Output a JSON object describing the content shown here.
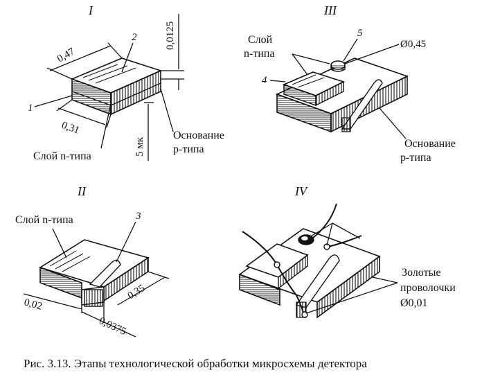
{
  "stage_labels": {
    "i": "I",
    "ii": "II",
    "iii": "III",
    "iv": "IV"
  },
  "panel_i": {
    "callout_1": "1",
    "callout_2": "2",
    "dim_width": "0,47",
    "dim_depth": "0,31",
    "dim_top": "0,0125",
    "dim_bottom": "5 мк",
    "n_layer": "Слой n-типа",
    "base_line1": "Основание",
    "base_line2": "p-типа"
  },
  "panel_ii": {
    "n_layer": "Слой n-типа",
    "callout_3": "3",
    "dim_gap": "0,02",
    "dim_len": "0,0375",
    "dim_width": "0,35"
  },
  "panel_iii": {
    "n_line1": "Слой",
    "n_line2": "n-типа",
    "callout_4": "4",
    "callout_5": "5",
    "dot_diameter": "Ø0,45",
    "base_line1": "Основание",
    "base_line2": "p-типа"
  },
  "panel_iv": {
    "wire_line1": "Золотые",
    "wire_line2": "проволочки",
    "wire_diameter": "Ø0,01"
  },
  "caption": "Рис. 3.13. Этапы технологической обработки микросхемы детектора"
}
